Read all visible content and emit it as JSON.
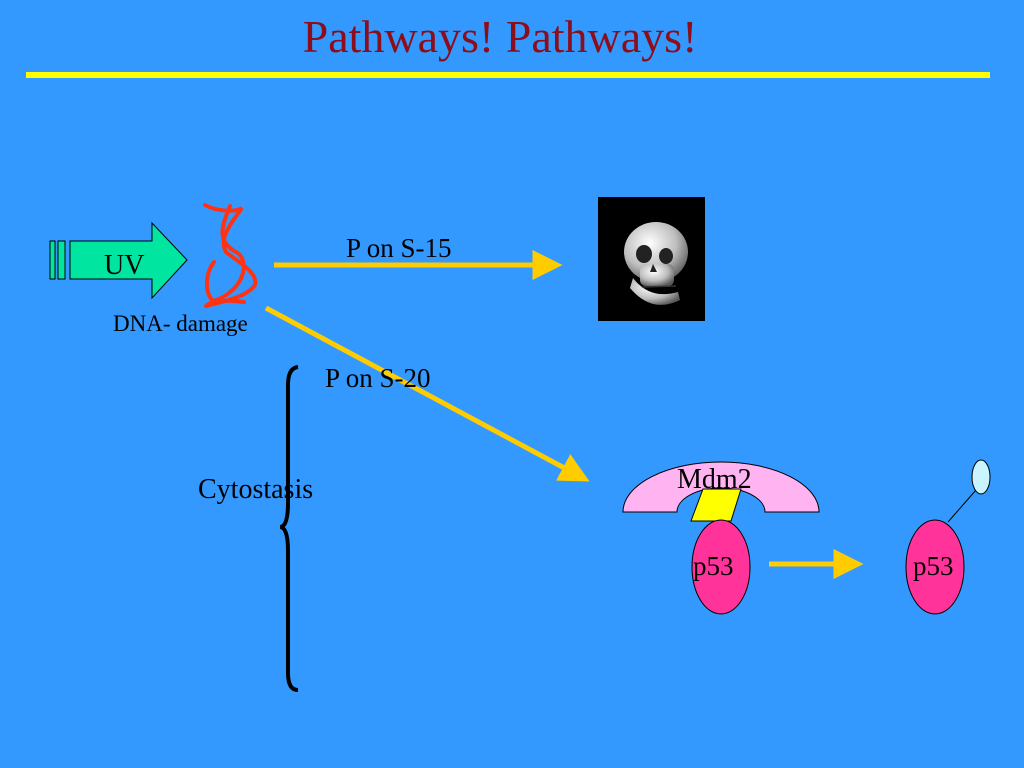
{
  "slide": {
    "title": "Pathways! Pathways!"
  },
  "labels": {
    "uv": "UV",
    "dna_damage": "DNA- damage",
    "p_on_s15": "P on S-15",
    "p_on_s20": "P on S-20",
    "cytostasis": "Cytostasis",
    "mdm2": "Mdm2",
    "p53_bound": "p53",
    "p53_free": "p53"
  },
  "icons": {
    "death": "skull-icon",
    "uv": "uv-arrow-icon",
    "dna": "dna-strand-icon",
    "phosphate": "phosphate-icon"
  },
  "colors": {
    "background": "#3399ff",
    "title": "#8b0e1a",
    "rule": "#ffff00",
    "arrow": "#ffcc00",
    "uv_arrow": "#00e6a0",
    "dna": "#ff3311",
    "mdm2": "#ffb3f0",
    "p53": "#ff3399",
    "binding_site": "#ffff00",
    "phosphate": "#c8f5ff"
  }
}
